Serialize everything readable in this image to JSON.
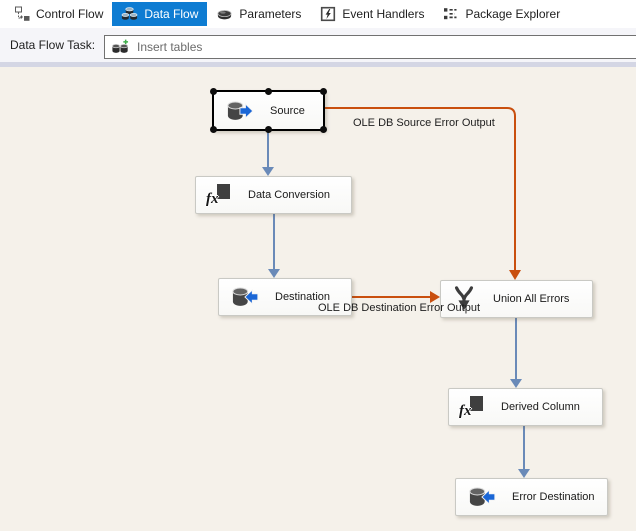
{
  "tabs": [
    {
      "label": "Control Flow",
      "selected": false
    },
    {
      "label": "Data Flow",
      "selected": true
    },
    {
      "label": "Parameters",
      "selected": false
    },
    {
      "label": "Event Handlers",
      "selected": false
    },
    {
      "label": "Package Explorer",
      "selected": false
    }
  ],
  "toolbar": {
    "field_label": "Data Flow Task:",
    "task_value": "Insert tables"
  },
  "diagram": {
    "nodes": {
      "source": "Source",
      "data_conversion": "Data Conversion",
      "destination": "Destination",
      "union_all": "Union All Errors",
      "derived_column": "Derived Column",
      "error_destination": "Error Destination"
    },
    "edge_labels": {
      "source_error": "OLE DB Source Error Output",
      "destination_error": "OLE DB Destination Error Output"
    }
  },
  "icons": {
    "fx_glyph": "fx"
  },
  "colors": {
    "selected_tab": "#0E7CD2",
    "normal_flow_arrow": "#6A8AB8",
    "error_flow_arrow": "#C94F0E",
    "canvas_background": "#F5F1EA",
    "node_arrow_blue": "#1A66D6"
  }
}
